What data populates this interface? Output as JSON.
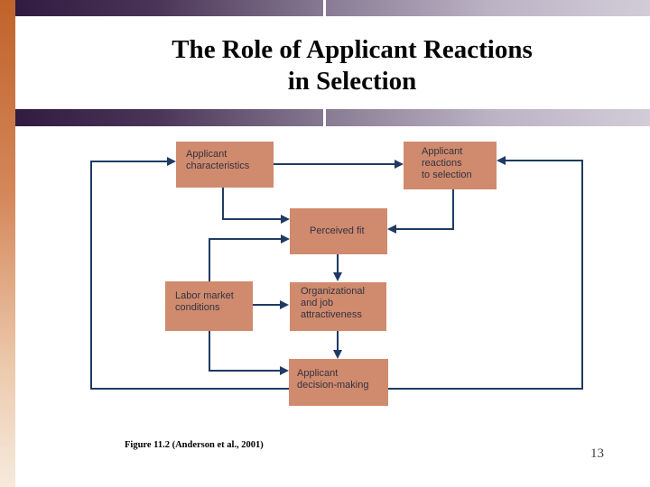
{
  "theme": {
    "box_fill": "#D08A6E",
    "line_color": "#1F3A63",
    "box_text_color": "#333340",
    "bar_gradient_left": "#311B40",
    "bar_gradient_right": "#D2CCD8",
    "accent_bar_top": "#C0632B",
    "accent_bar_bottom": "#F6EADD"
  },
  "slide": {
    "title_line1": "The Role of Applicant Reactions",
    "title_line2": "in Selection",
    "caption": "Figure 11.2 (Anderson et al., 2001)",
    "page_number": "13"
  },
  "diagram": {
    "boxes": [
      {
        "label": "Applicant\ncharacteristics"
      },
      {
        "label": "Applicant\nreactions\nto selection"
      },
      {
        "label": "Perceived fit"
      },
      {
        "label": "Labor market\nconditions"
      },
      {
        "label": "Organizational\nand job\nattractiveness"
      },
      {
        "label": "Applicant\ndecision-making"
      }
    ]
  }
}
